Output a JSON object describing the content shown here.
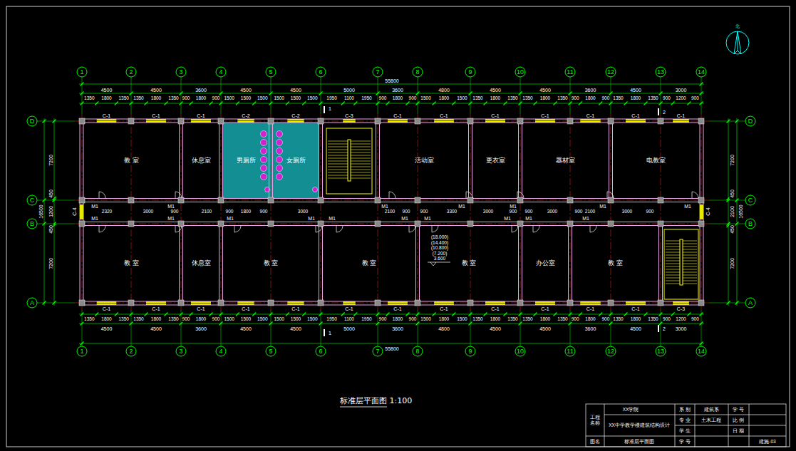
{
  "diagram": {
    "title": "标准层平面图 1:100",
    "nodes": [
      {
        "text": [
          "教 室"
        ]
      },
      {
        "text": [
          "休息室"
        ]
      },
      {
        "text": [
          "男厕所"
        ]
      },
      {
        "text": [
          "女厕所"
        ]
      },
      {
        "text": [
          "活动室"
        ]
      },
      {
        "text": [
          "更衣室"
        ]
      },
      {
        "text": [
          "器材室"
        ]
      },
      {
        "text": [
          "电教室"
        ]
      },
      {
        "text": [
          "教 室"
        ]
      },
      {
        "text": [
          "休息室"
        ]
      },
      {
        "text": [
          "教 室"
        ]
      },
      {
        "text": [
          "教 室"
        ]
      },
      {
        "text": [
          "教 室"
        ]
      },
      {
        "text": [
          "办公室"
        ]
      },
      {
        "text": [
          "教 室"
        ]
      }
    ],
    "labels": [
      "1",
      "2",
      "3",
      "4",
      "5",
      "6",
      "7",
      "8",
      "9",
      "10",
      "11",
      "12",
      "13",
      "14",
      "1",
      "2",
      "3",
      "4",
      "5",
      "6",
      "7",
      "8",
      "9",
      "10",
      "11",
      "12",
      "13",
      "14",
      "D",
      "C",
      "B",
      "A",
      "D",
      "C",
      "B",
      "A",
      "55800",
      "4500",
      "4500",
      "3600",
      "4500",
      "4500",
      "5000",
      "3600",
      "4800",
      "4500",
      "4500",
      "3600",
      "4500",
      "3000",
      "1350",
      "1800",
      "1350",
      "1350",
      "1800",
      "1350",
      "900",
      "1800",
      "900",
      "1500",
      "1500",
      "1500",
      "1500",
      "1500",
      "1500",
      "1950",
      "1100",
      "1950",
      "900",
      "1800",
      "900",
      "1500",
      "1800",
      "1500",
      "1350",
      "1800",
      "1350",
      "1350",
      "1800",
      "1350",
      "900",
      "1800",
      "900",
      "1350",
      "1800",
      "1350",
      "900",
      "1200",
      "900",
      "1350",
      "1800",
      "1350",
      "1350",
      "1800",
      "1350",
      "900",
      "1800",
      "900",
      "1500",
      "1500",
      "1500",
      "1500",
      "1500",
      "1500",
      "1950",
      "1100",
      "1950",
      "900",
      "1800",
      "900",
      "1500",
      "1800",
      "1500",
      "1350",
      "1800",
      "1350",
      "1350",
      "1800",
      "1350",
      "900",
      "1800",
      "900",
      "1350",
      "1800",
      "1350",
      "900",
      "1200",
      "900",
      "4500",
      "4500",
      "3600",
      "4500",
      "4500",
      "5000",
      "3600",
      "4800",
      "4500",
      "4500",
      "3600",
      "4500",
      "3000",
      "55800",
      "2320",
      "3000",
      "900",
      "2100",
      "900",
      "1800",
      "900",
      "3000",
      "2100",
      "900",
      "900",
      "3300",
      "3000",
      "900",
      "900",
      "3000",
      "900",
      "2100",
      "3000",
      "900",
      "7200",
      "450",
      "1200",
      "450",
      "7200",
      "16500",
      "7200",
      "450",
      "2100",
      "450",
      "7200",
      "16500",
      "C-1",
      "C-1",
      "C-1",
      "C-2",
      "C-2",
      "C-3",
      "C-1",
      "C-1",
      "C-1",
      "C-1",
      "C-1",
      "C-1",
      "C-1",
      "C-1",
      "C-1",
      "C-1",
      "C-1",
      "C-1",
      "C-1",
      "C-1",
      "C-1",
      "C-1",
      "C-1",
      "C-1",
      "C-1",
      "C-3",
      "C-4",
      "C-4",
      "M1",
      "M1",
      "M1",
      "M1",
      "M1",
      "M1",
      "M1",
      "M1",
      "M1",
      "M1",
      "M1",
      "M1",
      "M1",
      "M1",
      "M1",
      "M1",
      "M1",
      "1",
      "1",
      "2",
      "2",
      "(18.000)",
      "(14.400)",
      "(10.800)",
      "(7.200)",
      "3.600",
      "北",
      "XX学院",
      "系 别",
      "建筑系",
      "学 号",
      "工程名称",
      "XX中学教学楼建筑结构设计",
      "专 业",
      "土木工程",
      "比 例",
      "学 生",
      "日 期",
      "图名",
      "标准层平面图",
      "学 号",
      "建施-03"
    ]
  }
}
